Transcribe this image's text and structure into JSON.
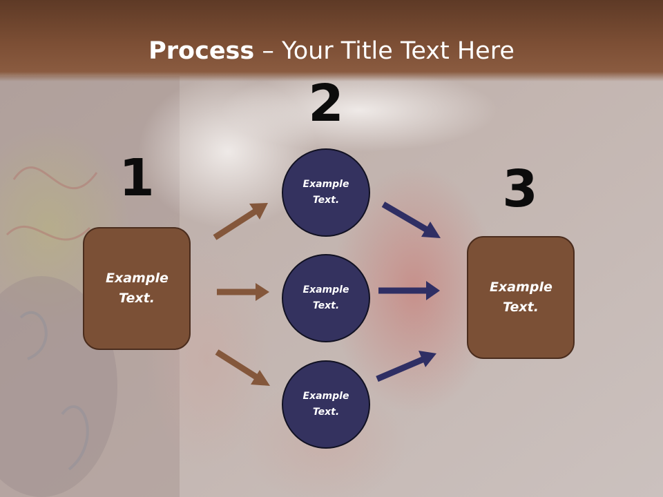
{
  "slide": {
    "title_bold": "Process",
    "title_rest": " – Your Title Text Here"
  },
  "steps": {
    "one": "1",
    "two": "2",
    "three": "3"
  },
  "nodes": {
    "left_box": "Example Text.",
    "circle_top": "Example Text.",
    "circle_middle": "Example Text.",
    "circle_bottom": "Example Text.",
    "right_box": "Example Text."
  },
  "colors": {
    "header": "#7d4f35",
    "box_fill": "#7b5036",
    "circle_fill": "#34325f",
    "arrow_brown": "#84573b",
    "arrow_navy": "#2f2f64"
  }
}
